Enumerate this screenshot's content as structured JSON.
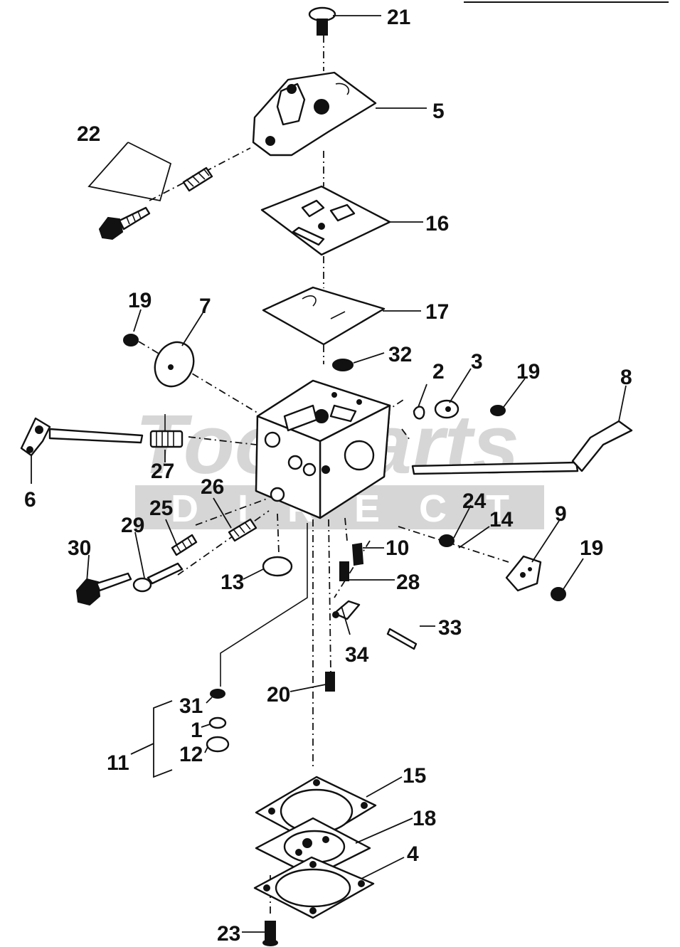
{
  "diagram": {
    "watermark": {
      "line1": "ToolParts",
      "line2": "DIRECT"
    },
    "callouts": [
      {
        "id": "c21",
        "label": "21"
      },
      {
        "id": "c5",
        "label": "5"
      },
      {
        "id": "c22",
        "label": "22"
      },
      {
        "id": "c16",
        "label": "16"
      },
      {
        "id": "c19a",
        "label": "19"
      },
      {
        "id": "c7",
        "label": "7"
      },
      {
        "id": "c17",
        "label": "17"
      },
      {
        "id": "c32",
        "label": "32"
      },
      {
        "id": "c2",
        "label": "2"
      },
      {
        "id": "c3",
        "label": "3"
      },
      {
        "id": "c19b",
        "label": "19"
      },
      {
        "id": "c8",
        "label": "8"
      },
      {
        "id": "c6",
        "label": "6"
      },
      {
        "id": "c27",
        "label": "27"
      },
      {
        "id": "c26",
        "label": "26"
      },
      {
        "id": "c25",
        "label": "25"
      },
      {
        "id": "c24",
        "label": "24"
      },
      {
        "id": "c14",
        "label": "14"
      },
      {
        "id": "c9",
        "label": "9"
      },
      {
        "id": "c30",
        "label": "30"
      },
      {
        "id": "c29",
        "label": "29"
      },
      {
        "id": "c10",
        "label": "10"
      },
      {
        "id": "c19c",
        "label": "19"
      },
      {
        "id": "c13",
        "label": "13"
      },
      {
        "id": "c28",
        "label": "28"
      },
      {
        "id": "c33",
        "label": "33"
      },
      {
        "id": "c34",
        "label": "34"
      },
      {
        "id": "c20",
        "label": "20"
      },
      {
        "id": "c31",
        "label": "31"
      },
      {
        "id": "c1",
        "label": "1"
      },
      {
        "id": "c11",
        "label": "11"
      },
      {
        "id": "c12",
        "label": "12"
      },
      {
        "id": "c15",
        "label": "15"
      },
      {
        "id": "c18",
        "label": "18"
      },
      {
        "id": "c4",
        "label": "4"
      },
      {
        "id": "c23",
        "label": "23"
      }
    ]
  }
}
